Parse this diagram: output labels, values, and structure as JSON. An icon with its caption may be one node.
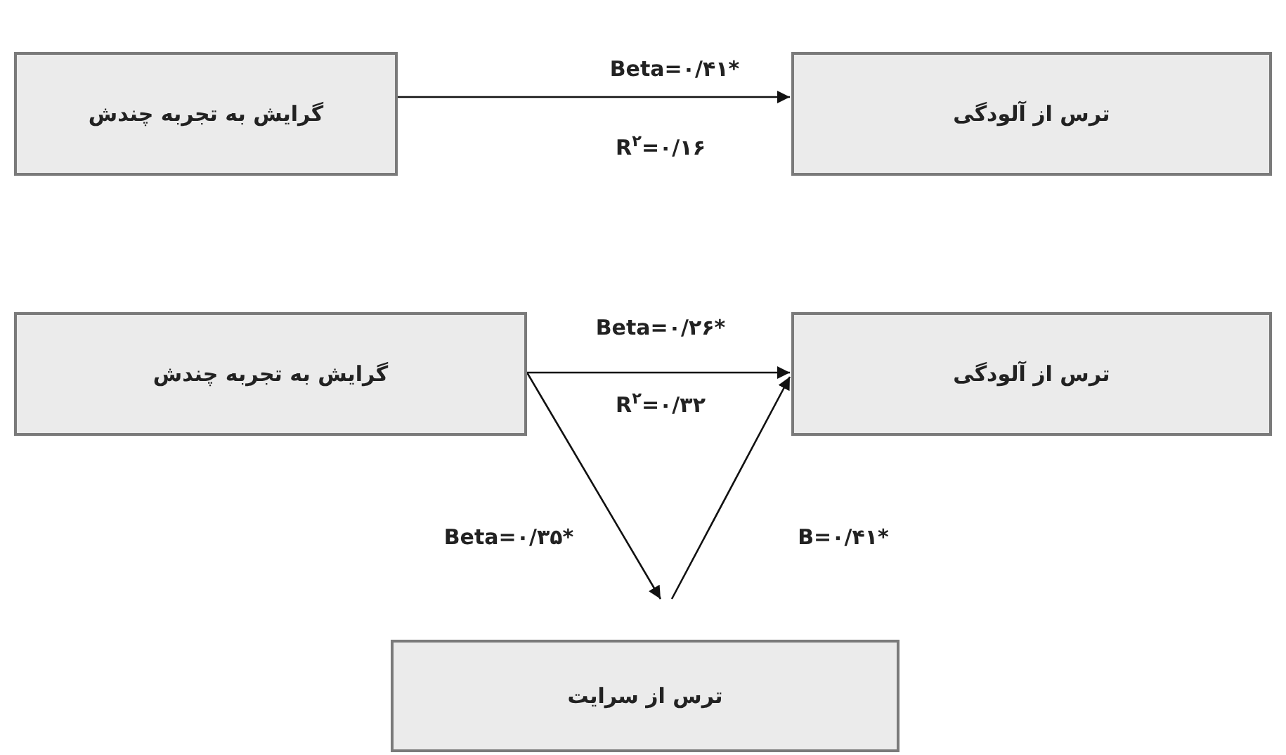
{
  "diagram": {
    "nodes": [
      {
        "text": [
          "گرایش به تجربه چندش"
        ]
      },
      {
        "text": [
          "ترس از آلودگی"
        ]
      },
      {
        "text": [
          "گرایش به تجربه چندش"
        ]
      },
      {
        "text": [
          "ترس از آلودگی"
        ]
      },
      {
        "text": [
          "ترس از سرایت"
        ]
      }
    ],
    "edges": [
      {
        "from": 0,
        "to": 1,
        "arrow": "to",
        "label": "Beta=۰/۴۱*"
      },
      {
        "from": 2,
        "to": 3,
        "arrow": "to",
        "label": "Beta=۰/۲۶*"
      },
      {
        "from": 2,
        "to": 4,
        "arrow": "to",
        "label": "Beta=۰/۳۵*"
      },
      {
        "from": 4,
        "to": 3,
        "arrow": "to",
        "label": "B=۰/۴۱*"
      }
    ],
    "labels": [
      "R$^{۲}$=۰/۱۶",
      "R$^{۲}$=۰/۳۲"
    ]
  }
}
